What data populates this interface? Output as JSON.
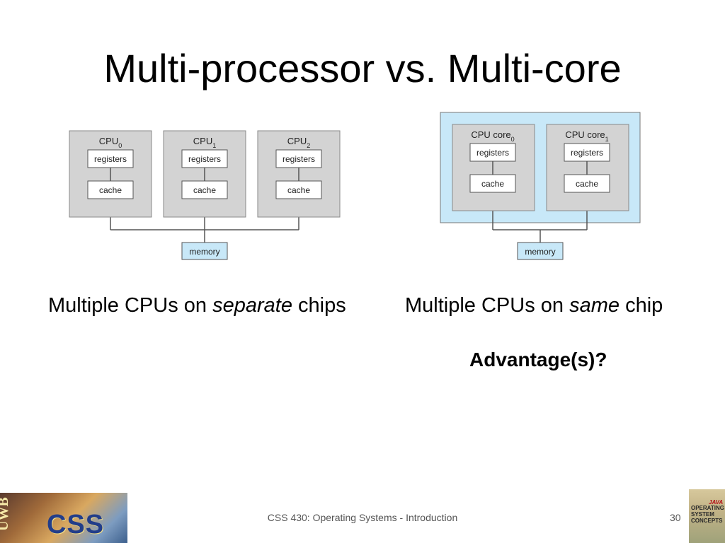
{
  "slide": {
    "title": "Multi-processor vs. Multi-core",
    "caption_left": {
      "pre": "Multiple CPUs on ",
      "em": "separate",
      "post": " chips"
    },
    "caption_right": {
      "pre": "Multiple CPUs on ",
      "em": "same",
      "post": " chip"
    },
    "question": "Advantage(s)?",
    "footer": "CSS 430: Operating Systems - Introduction",
    "page_number": "30"
  },
  "left_diagram": {
    "cpus": [
      {
        "name": "CPU",
        "sub": "0",
        "registers": "registers",
        "cache": "cache"
      },
      {
        "name": "CPU",
        "sub": "1",
        "registers": "registers",
        "cache": "cache"
      },
      {
        "name": "CPU",
        "sub": "2",
        "registers": "registers",
        "cache": "cache"
      }
    ],
    "memory": "memory"
  },
  "right_diagram": {
    "cores": [
      {
        "name": "CPU core",
        "sub": "0",
        "registers": "registers",
        "cache": "cache"
      },
      {
        "name": "CPU core",
        "sub": "1",
        "registers": "registers",
        "cache": "cache"
      }
    ],
    "memory": "memory"
  },
  "logos": {
    "uwb": "UWB",
    "css": "CSS",
    "book": [
      "OPERATING",
      "SYSTEM",
      "CONCEPTS"
    ],
    "book_java": "JAVA"
  },
  "colors": {
    "cpu_box": "#d3d3d3",
    "chip_bg": "#c8e8f8",
    "memory_bg": "#c8e8f8",
    "line": "#555555"
  }
}
